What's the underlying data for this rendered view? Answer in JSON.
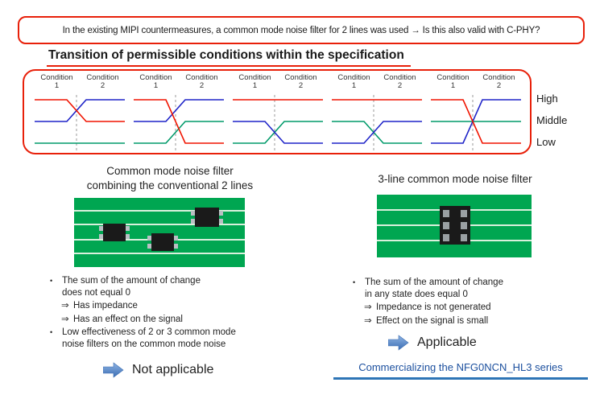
{
  "colors": {
    "border_red": "#e8200a",
    "wave_red": "#f01400",
    "wave_blue": "#1f24c8",
    "wave_green": "#009a6a",
    "pcb_green": "#00a651",
    "chip_black": "#1a1a1a",
    "arrow_blue": "#3c6eb4",
    "series_text_blue": "#1b4f9e",
    "series_underline_blue": "#2e75b6"
  },
  "banner": {
    "text": "In the existing MIPI countermeasures, a common mode noise filter for 2 lines was used → Is this also valid with C-PHY?"
  },
  "spec": {
    "title": "Transition of permissible conditions within the specification",
    "condition_label": "Condition",
    "condition_numbers": [
      "1",
      "2"
    ],
    "level_labels": [
      "High",
      "Middle",
      "Low"
    ],
    "diagrams": [
      {
        "lines": [
          {
            "color": "wave_green",
            "from": "low",
            "to": "low"
          },
          {
            "color": "wave_blue",
            "from": "middle",
            "to": "high"
          },
          {
            "color": "wave_red",
            "from": "high",
            "to": "middle"
          }
        ]
      },
      {
        "lines": [
          {
            "color": "wave_green",
            "from": "low",
            "to": "middle"
          },
          {
            "color": "wave_blue",
            "from": "middle",
            "to": "high"
          },
          {
            "color": "wave_red",
            "from": "high",
            "to": "low"
          }
        ]
      },
      {
        "lines": [
          {
            "color": "wave_green",
            "from": "low",
            "to": "middle"
          },
          {
            "color": "wave_blue",
            "from": "middle",
            "to": "low"
          },
          {
            "color": "wave_red",
            "from": "high",
            "to": "high"
          }
        ]
      },
      {
        "lines": [
          {
            "color": "wave_green",
            "from": "middle",
            "to": "low"
          },
          {
            "color": "wave_blue",
            "from": "low",
            "to": "middle"
          },
          {
            "color": "wave_red",
            "from": "high",
            "to": "high"
          }
        ]
      },
      {
        "lines": [
          {
            "color": "wave_green",
            "from": "middle",
            "to": "middle"
          },
          {
            "color": "wave_blue",
            "from": "low",
            "to": "high"
          },
          {
            "color": "wave_red",
            "from": "high",
            "to": "low"
          }
        ]
      }
    ]
  },
  "left": {
    "heading1": "Common mode noise filter",
    "heading2": "combining the conventional 2 lines",
    "bullets": [
      {
        "marker": "•",
        "lines": [
          "The sum of the amount of change",
          "does not equal 0"
        ]
      },
      {
        "marker": "⇒",
        "lines": [
          "Has impedance"
        ]
      },
      {
        "marker": "⇒",
        "lines": [
          "Has an effect on the signal"
        ]
      },
      {
        "marker": "•",
        "lines": [
          "Low effectiveness of 2 or 3 common mode",
          "noise filters on the common mode noise"
        ]
      }
    ],
    "verdict": "Not applicable"
  },
  "right": {
    "heading": "3-line common mode noise filter",
    "bullets": [
      {
        "marker": "•",
        "lines": [
          "The sum of the amount of change",
          "in any state does equal 0"
        ]
      },
      {
        "marker": "⇒",
        "lines": [
          "Impedance is not generated"
        ]
      },
      {
        "marker": "⇒",
        "lines": [
          "Effect on the signal is small"
        ]
      }
    ],
    "verdict": "Applicable",
    "footer": "Commercializing the NFG0NCN_HL3 series"
  }
}
